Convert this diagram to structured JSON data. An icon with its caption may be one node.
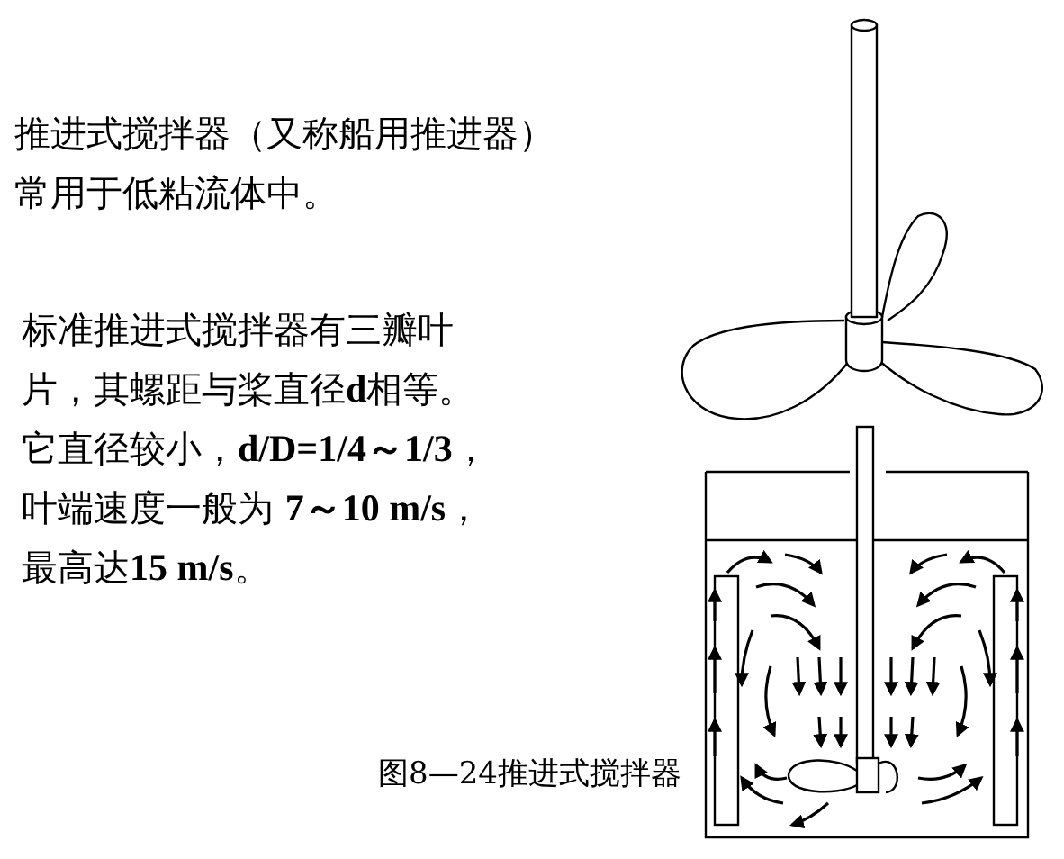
{
  "diagram": {
    "caption": "图8—24推进式搅拌器",
    "labels": [
      "推进式搅拌器（又称船用推进器）",
      "常用于低粘流体中。",
      "标准推进式搅拌器有三瓣叶",
      "片，其螺距与桨直径**d**相等。",
      "它直径较小，**d/D=1/4～1/3**，",
      "叶端速度一般为 **7～10 m/s**，",
      "最高达**15 m/s**。"
    ]
  }
}
